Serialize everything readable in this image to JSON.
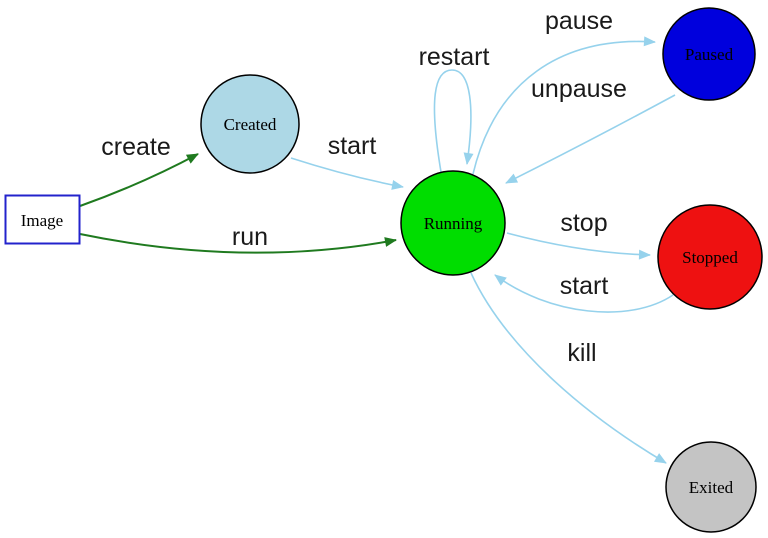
{
  "diagram": {
    "type": "state-transition-diagram",
    "subject": "container lifecycle states",
    "background": "#ffffff",
    "colors": {
      "edge_blue": "#96D2EC",
      "edge_green": "#1F7A1F",
      "node_border": "#000000",
      "image_border": "#2323CC",
      "label_text": "#000000"
    },
    "nodes": [
      {
        "id": "image",
        "label": "Image",
        "shape": "rectangle",
        "fill": "#FFFFFF"
      },
      {
        "id": "created",
        "label": "Created",
        "shape": "circle",
        "fill": "#ADD8E6"
      },
      {
        "id": "running",
        "label": "Running",
        "shape": "circle",
        "fill": "#00DD00"
      },
      {
        "id": "paused",
        "label": "Paused",
        "shape": "circle",
        "fill": "#0000DD"
      },
      {
        "id": "stopped",
        "label": "Stopped",
        "shape": "circle",
        "fill": "#EE1111"
      },
      {
        "id": "exited",
        "label": "Exited",
        "shape": "circle",
        "fill": "#C4C4C4"
      }
    ],
    "edges": [
      {
        "label": "create",
        "from": "image",
        "to": "running-via-created",
        "color_key": "edge_green"
      },
      {
        "label": "run",
        "from": "image",
        "to": "running",
        "color_key": "edge_green"
      },
      {
        "label": "start",
        "from": "created",
        "to": "running",
        "color_key": "edge_blue"
      },
      {
        "label": "restart",
        "from": "running",
        "to": "running",
        "color_key": "edge_blue"
      },
      {
        "label": "pause",
        "from": "running",
        "to": "paused",
        "color_key": "edge_blue"
      },
      {
        "label": "unpause",
        "from": "paused",
        "to": "running",
        "color_key": "edge_blue"
      },
      {
        "label": "stop",
        "from": "running",
        "to": "stopped",
        "color_key": "edge_blue"
      },
      {
        "label": "start",
        "from": "stopped",
        "to": "running",
        "color_key": "edge_blue"
      },
      {
        "label": "kill",
        "from": "running",
        "to": "exited",
        "color_key": "edge_blue"
      }
    ]
  }
}
